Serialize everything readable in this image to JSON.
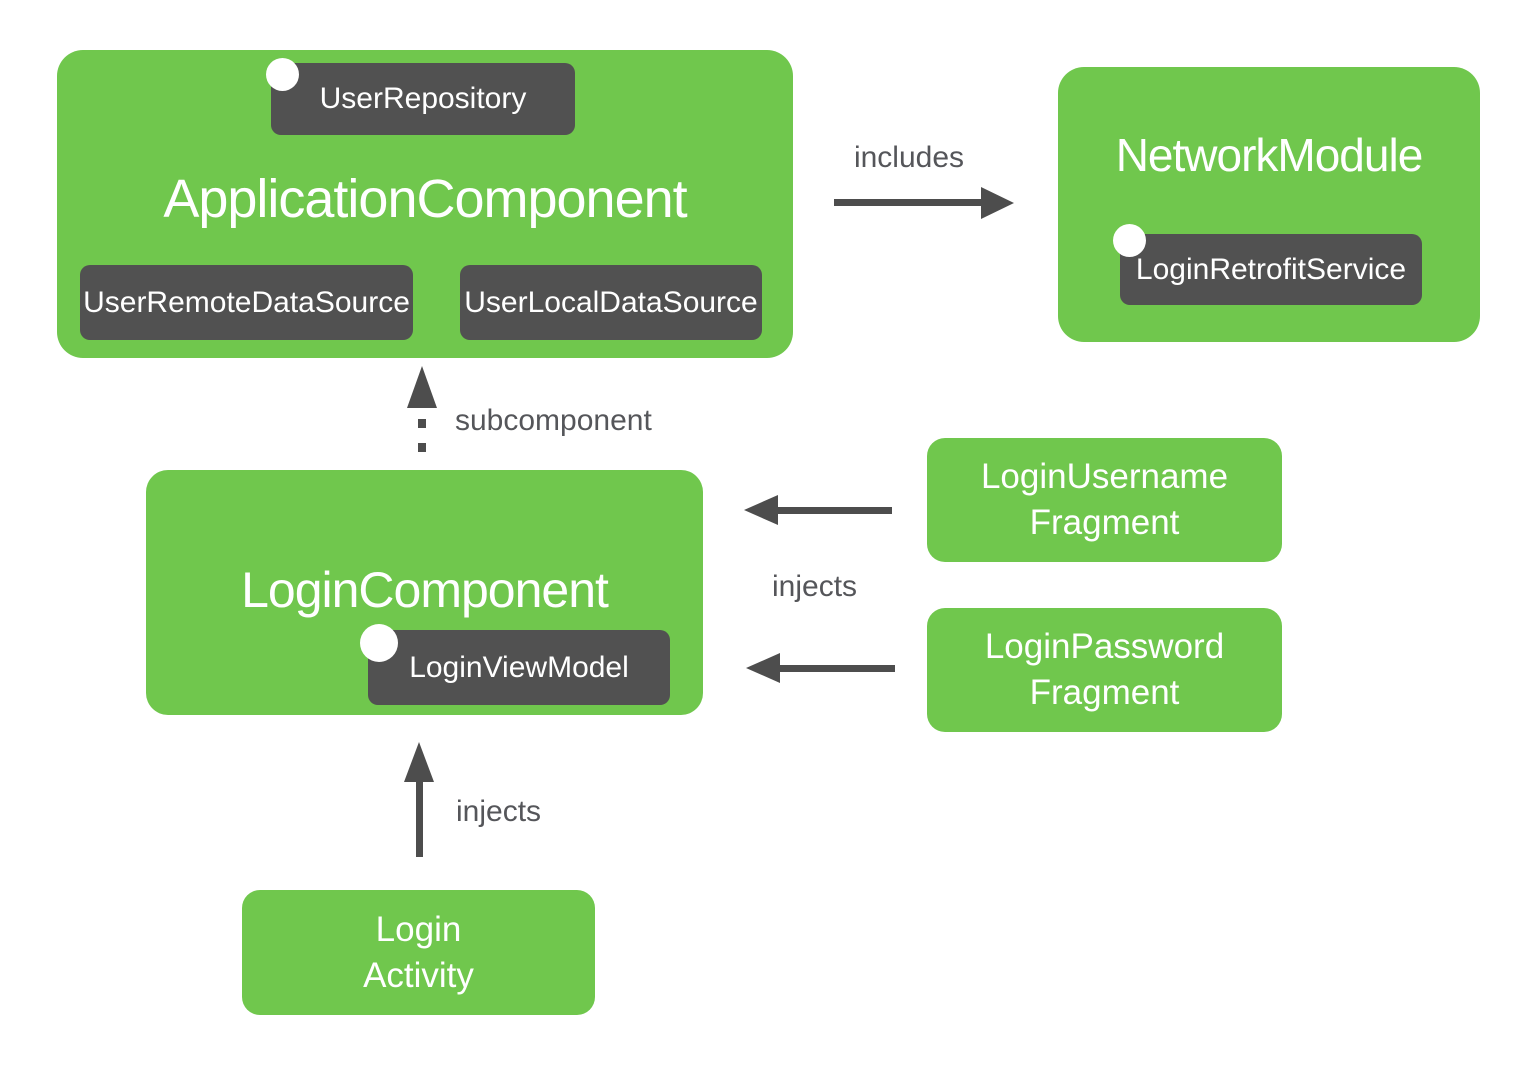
{
  "colors": {
    "box_green": "#70c74d",
    "badge_dark": "#515151",
    "arrow_gray": "#4d4d4d",
    "label_gray": "#55565a",
    "text_white": "#ffffff",
    "background": "#ffffff"
  },
  "nodes": {
    "application_component": {
      "title": "ApplicationComponent",
      "provided": "UserRepository",
      "modules": [
        "UserRemoteDataSource",
        "UserLocalDataSource"
      ]
    },
    "network_module": {
      "title": "NetworkModule",
      "provided": "LoginRetrofitService"
    },
    "login_component": {
      "title": "LoginComponent",
      "provided": "LoginViewModel"
    },
    "login_username_fragment": {
      "line1": "LoginUsername",
      "line2": "Fragment"
    },
    "login_password_fragment": {
      "line1": "LoginPassword",
      "line2": "Fragment"
    },
    "login_activity": {
      "line1": "Login",
      "line2": "Activity"
    }
  },
  "edges": {
    "includes": {
      "label": "includes"
    },
    "subcomponent": {
      "label": "subcomponent"
    },
    "injects_fragments": {
      "label": "injects"
    },
    "injects_activity": {
      "label": "injects"
    }
  }
}
